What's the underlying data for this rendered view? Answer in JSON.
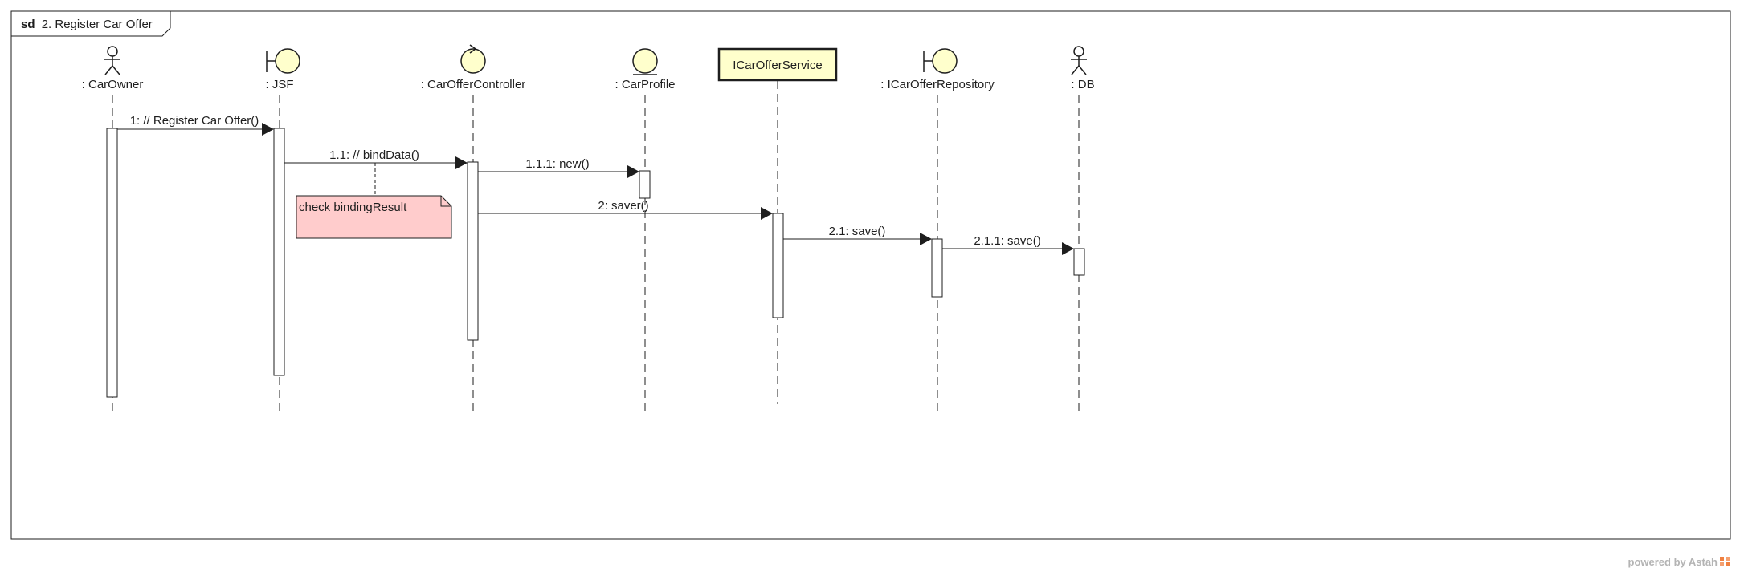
{
  "frame": {
    "keyword": "sd",
    "title": "2. Register Car Offer"
  },
  "lifelines": [
    {
      "id": "carowner",
      "label": ": CarOwner",
      "kind": "actor"
    },
    {
      "id": "jsf",
      "label": ": JSF",
      "kind": "boundary"
    },
    {
      "id": "controller",
      "label": ": CarOfferController",
      "kind": "control"
    },
    {
      "id": "carprofile",
      "label": ": CarProfile",
      "kind": "entity"
    },
    {
      "id": "service",
      "label": "ICarOfferService",
      "kind": "class-box"
    },
    {
      "id": "repository",
      "label": ": ICarOfferRepository",
      "kind": "boundary"
    },
    {
      "id": "db",
      "label": ": DB",
      "kind": "actor"
    }
  ],
  "messages": [
    {
      "from": "carowner",
      "to": "jsf",
      "label": "1: // Register Car Offer()"
    },
    {
      "from": "jsf",
      "to": "controller",
      "label": "1.1: // bindData()"
    },
    {
      "from": "controller",
      "to": "carprofile",
      "label": "1.1.1: new()"
    },
    {
      "from": "controller",
      "to": "service",
      "label": "2: saver()"
    },
    {
      "from": "service",
      "to": "repository",
      "label": "2.1: save()"
    },
    {
      "from": "repository",
      "to": "db",
      "label": "2.1.1: save()"
    }
  ],
  "note": {
    "text": "check bindingResult",
    "fill": "#ffcccc"
  },
  "colors": {
    "lifeline_head_fill": "#ffffcc",
    "line": "#1e1e1e"
  },
  "watermark": {
    "text": "powered by Astah",
    "icon": "astah-logo-icon",
    "icon_color": "#f08040"
  }
}
